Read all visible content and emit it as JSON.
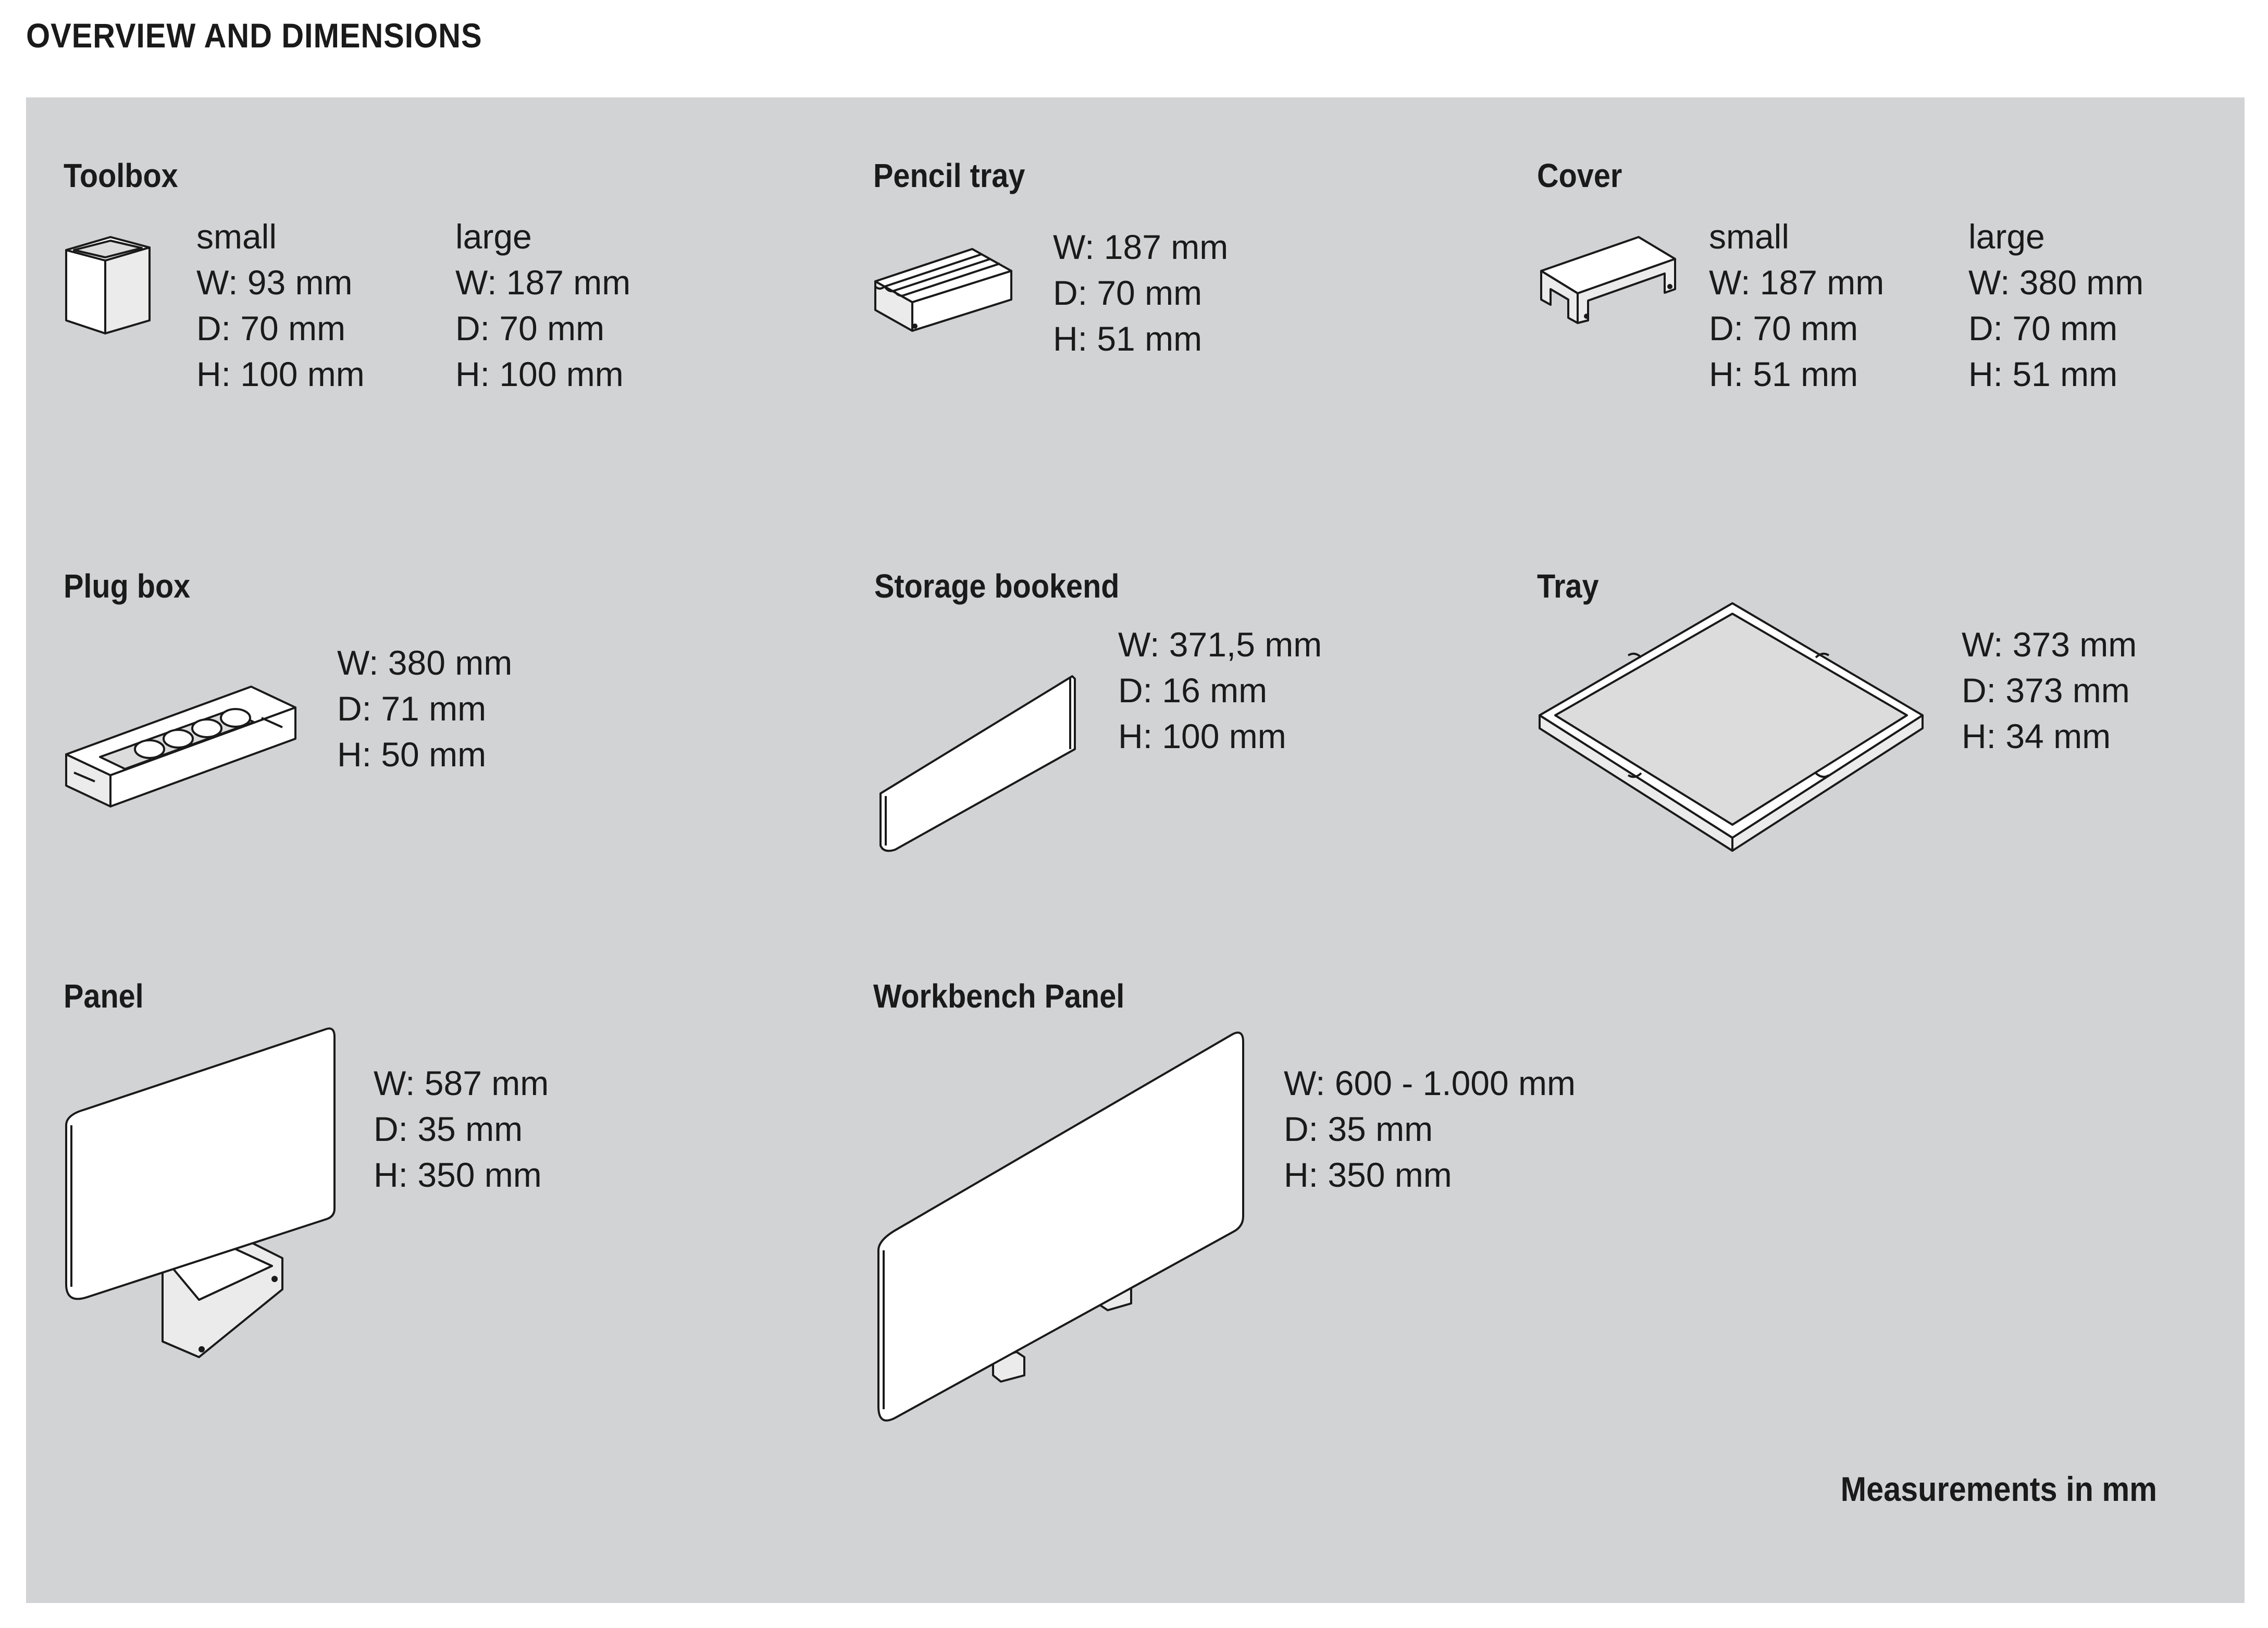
{
  "page_title": "OVERVIEW AND DIMENSIONS",
  "footer_note": "Measurements in mm",
  "items": {
    "toolbox": {
      "title": "Toolbox",
      "small": {
        "label": "small",
        "w": "W:  93 mm",
        "d": "D:  70 mm",
        "h": "H:  100 mm"
      },
      "large": {
        "label": "large",
        "w": "W:  187 mm",
        "d": "D:  70 mm",
        "h": "H:  100 mm"
      }
    },
    "pencil_tray": {
      "title": "Pencil tray",
      "w": "W:  187 mm",
      "d": "D:  70 mm",
      "h": "H:  51 mm"
    },
    "cover": {
      "title": "Cover",
      "small": {
        "label": "small",
        "w": "W:  187 mm",
        "d": "D:  70 mm",
        "h": "H:  51 mm"
      },
      "large": {
        "label": "large",
        "w": "W:  380 mm",
        "d": "D:  70 mm",
        "h": "H:  51 mm"
      }
    },
    "plug_box": {
      "title": "Plug box",
      "w": "W:  380 mm",
      "d": "D:  71 mm",
      "h": "H:  50 mm"
    },
    "storage_bookend": {
      "title": "Storage bookend",
      "w": "W:  371,5 mm",
      "d": "D:  16 mm",
      "h": "H:  100 mm"
    },
    "tray": {
      "title": "Tray",
      "w": "W:  373 mm",
      "d": "D:  373 mm",
      "h": "H:  34 mm"
    },
    "panel": {
      "title": "Panel",
      "w": "W:  587 mm",
      "d": "D:  35 mm",
      "h": "H:  350 mm"
    },
    "workbench_panel": {
      "title": "Workbench Panel",
      "w": "W:  600 - 1.000 mm",
      "d": "D:  35 mm",
      "h": "H:  350 mm"
    }
  }
}
